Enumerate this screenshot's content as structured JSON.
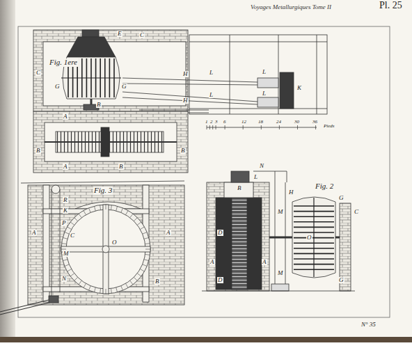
{
  "diagram": {
    "title": "Voyages Metallurgiques Tome II",
    "labels": [
      "Pl. 25",
      "Fig. 1ere",
      "C",
      "C",
      "E",
      "G",
      "G",
      "H",
      "H",
      "L",
      "L",
      "L",
      "L",
      "K",
      "B",
      "A",
      "A",
      "B",
      "B",
      "B",
      "1",
      "2",
      "3",
      "6",
      "12",
      "18",
      "24",
      "30",
      "36",
      "Pieds",
      "Fig. 3",
      "R",
      "K",
      "P",
      "A",
      "A",
      "O",
      "C",
      "M",
      "N",
      "B",
      "Fig. 2",
      "N",
      "L",
      "B",
      "H",
      "M",
      "M",
      "A",
      "A",
      "D",
      "D",
      "G",
      "G",
      "O",
      "C",
      "N° 35"
    ]
  }
}
